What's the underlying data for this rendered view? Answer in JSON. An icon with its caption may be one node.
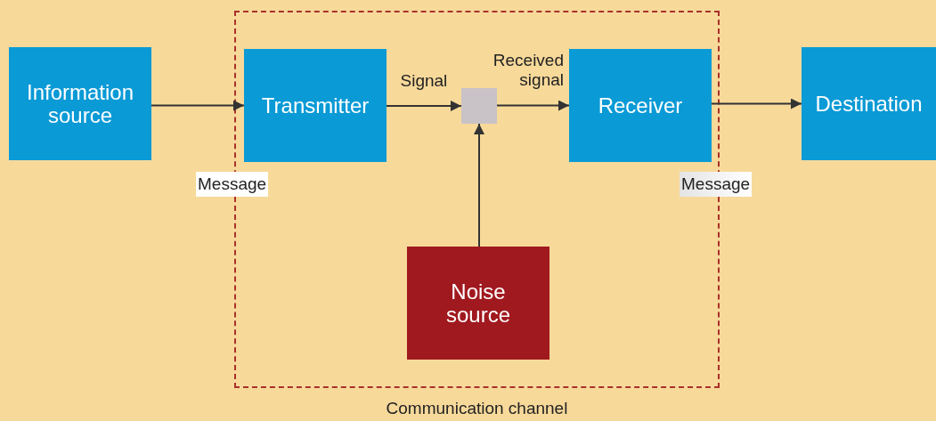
{
  "diagram": {
    "nodes": [
      {
        "text": [
          "Information source"
        ]
      },
      {
        "text": [
          "Communication channel"
        ]
      },
      {
        "text": [
          "Transmitter"
        ],
        "in": 1
      },
      {
        "text": [],
        "shape": "box",
        "in": 1
      },
      {
        "text": [
          "Receiver"
        ],
        "in": 1
      },
      {
        "text": [
          "Destination"
        ]
      },
      {
        "text": [
          "Noise source"
        ],
        "in": 1
      }
    ],
    "edges": [
      {
        "from": 0,
        "to": 2,
        "arrow": "to"
      },
      {
        "from": 2,
        "to": 3,
        "arrow": "to",
        "label": "Signal"
      },
      {
        "from": 3,
        "to": 4,
        "arrow": "to",
        "label": "Received signal"
      },
      {
        "from": 4,
        "to": 5,
        "arrow": "to"
      },
      {
        "from": 6,
        "to": 3,
        "arrow": "to"
      }
    ],
    "labels": [
      "Message",
      "Message"
    ]
  }
}
